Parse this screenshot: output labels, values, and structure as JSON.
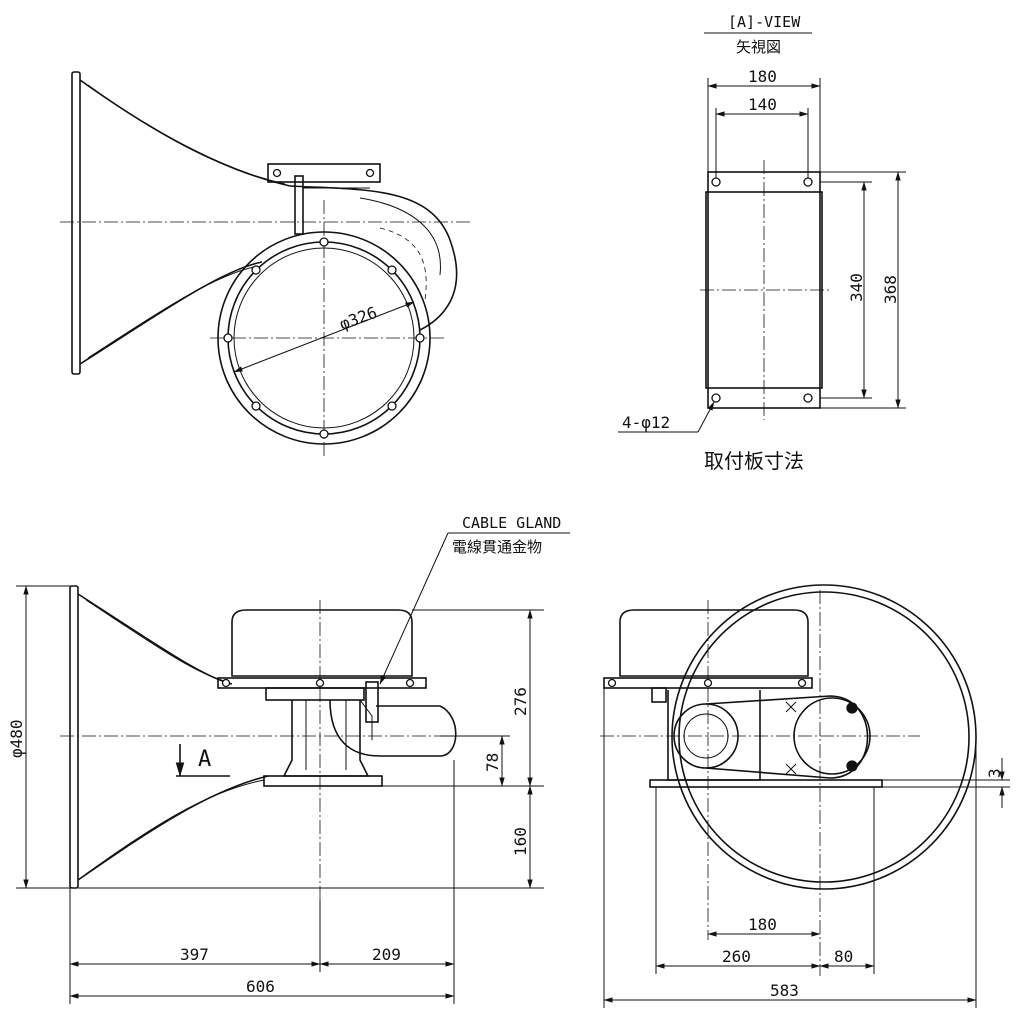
{
  "view_a": {
    "title_en": "[A]-VIEW",
    "title_jp": "矢視図",
    "caption": "取付板寸法",
    "hole_note": "4-φ12",
    "dims": {
      "outer_width": "180",
      "hole_pitch": "140",
      "plate_height": "340",
      "total_height": "368"
    }
  },
  "top_view": {
    "bore": "φ326"
  },
  "cable_gland": {
    "label_en": "CABLE GLAND",
    "label_jp": "電線貫通金物"
  },
  "side_view": {
    "bell_dia": "φ480",
    "arrow_label": "A",
    "dims": {
      "upper": "276",
      "offset": "78",
      "lower": "160",
      "front": "397",
      "rear": "209",
      "overall": "606"
    }
  },
  "rear_view": {
    "dims": {
      "base_gap": "3",
      "hole_pitch": "180",
      "base_width": "260",
      "base_rear": "80",
      "overall": "583"
    }
  }
}
